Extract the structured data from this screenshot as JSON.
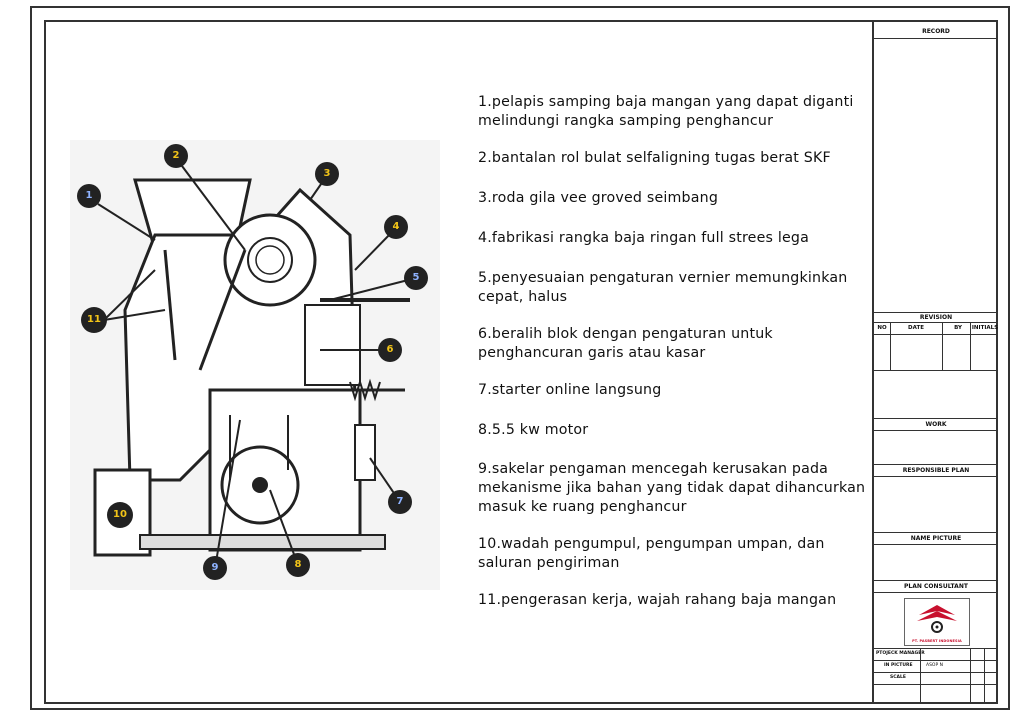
{
  "captions": [
    "1.pelapis samping baja mangan yang dapat diganti melindungi rangka samping penghancur",
    "2.bantalan rol bulat selfaligning tugas berat SKF",
    "3.roda gila vee groved seimbang",
    "4.fabrikasi rangka baja ringan full strees lega",
    "5.penyesuaian pengaturan vernier memungkinkan cepat, halus",
    "6.beralih blok dengan pengaturan untuk penghancuran garis atau kasar",
    "7.starter online langsung",
    "8.5.5 kw motor",
    "9.sakelar pengaman mencegah kerusakan pada mekanisme jika bahan yang tidak dapat dihancurkan masuk ke ruang penghancur",
    "10.wadah pengumpul, pengumpan umpan, dan saluran pengiriman",
    "11.pengerasan kerja, wajah rahang baja mangan"
  ],
  "markers": [
    "1",
    "2",
    "3",
    "4",
    "5",
    "6",
    "7",
    "8",
    "9",
    "10",
    "11"
  ],
  "title_block": {
    "record": "RECORD",
    "revision": "REVISION",
    "rev_cols": [
      "NO",
      "DATE",
      "BY",
      "INITIALS"
    ],
    "work": "WORK",
    "responsible_plan": "RESPONSIBLE PLAN",
    "name_picture": "NAME PICTURE",
    "plan_consultant": "PLAN CONSULTANT",
    "logo_text": "PT. PASBERT INDONESIA",
    "project_manager": "PTOJECK MANAGER",
    "in_picture": "IN PICTURE",
    "in_picture_value": "ASOP N",
    "scale": "SCALE"
  },
  "colors": {
    "marker_fill": "#222222",
    "marker_text": "#f2c418",
    "marker_text_blue": "#8fb3ff",
    "logo_red": "#c8102e"
  }
}
